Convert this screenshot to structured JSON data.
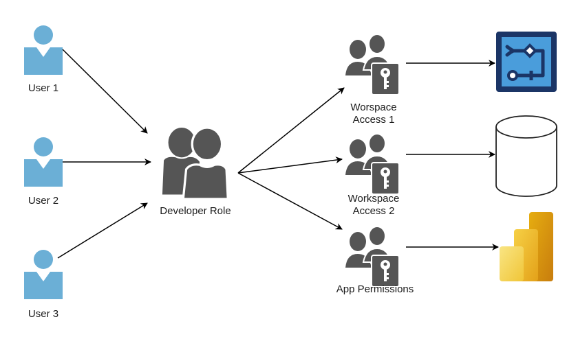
{
  "nodes": {
    "user1": {
      "label": "User 1"
    },
    "user2": {
      "label": "User 2"
    },
    "user3": {
      "label": "User 3"
    },
    "developer_role": {
      "label": "Developer Role"
    },
    "workspace_access_1": {
      "label_line1": "Worspace",
      "label_line2": "Access 1"
    },
    "workspace_access_2": {
      "label_line1": "Workspace",
      "label_line2": "Access 2"
    },
    "app_permissions": {
      "label": "App Permissions"
    },
    "pipeline": {
      "icon": "data-pipeline-icon"
    },
    "database": {
      "icon": "database-cylinder-icon"
    },
    "powerbi": {
      "icon": "power-bi-icon"
    }
  },
  "colors": {
    "user_blue": "#6bafd6",
    "group_gray": "#555555",
    "pipeline_dark": "#1b3566",
    "pipeline_light": "#4a9ddb",
    "arrow": "#000000"
  }
}
